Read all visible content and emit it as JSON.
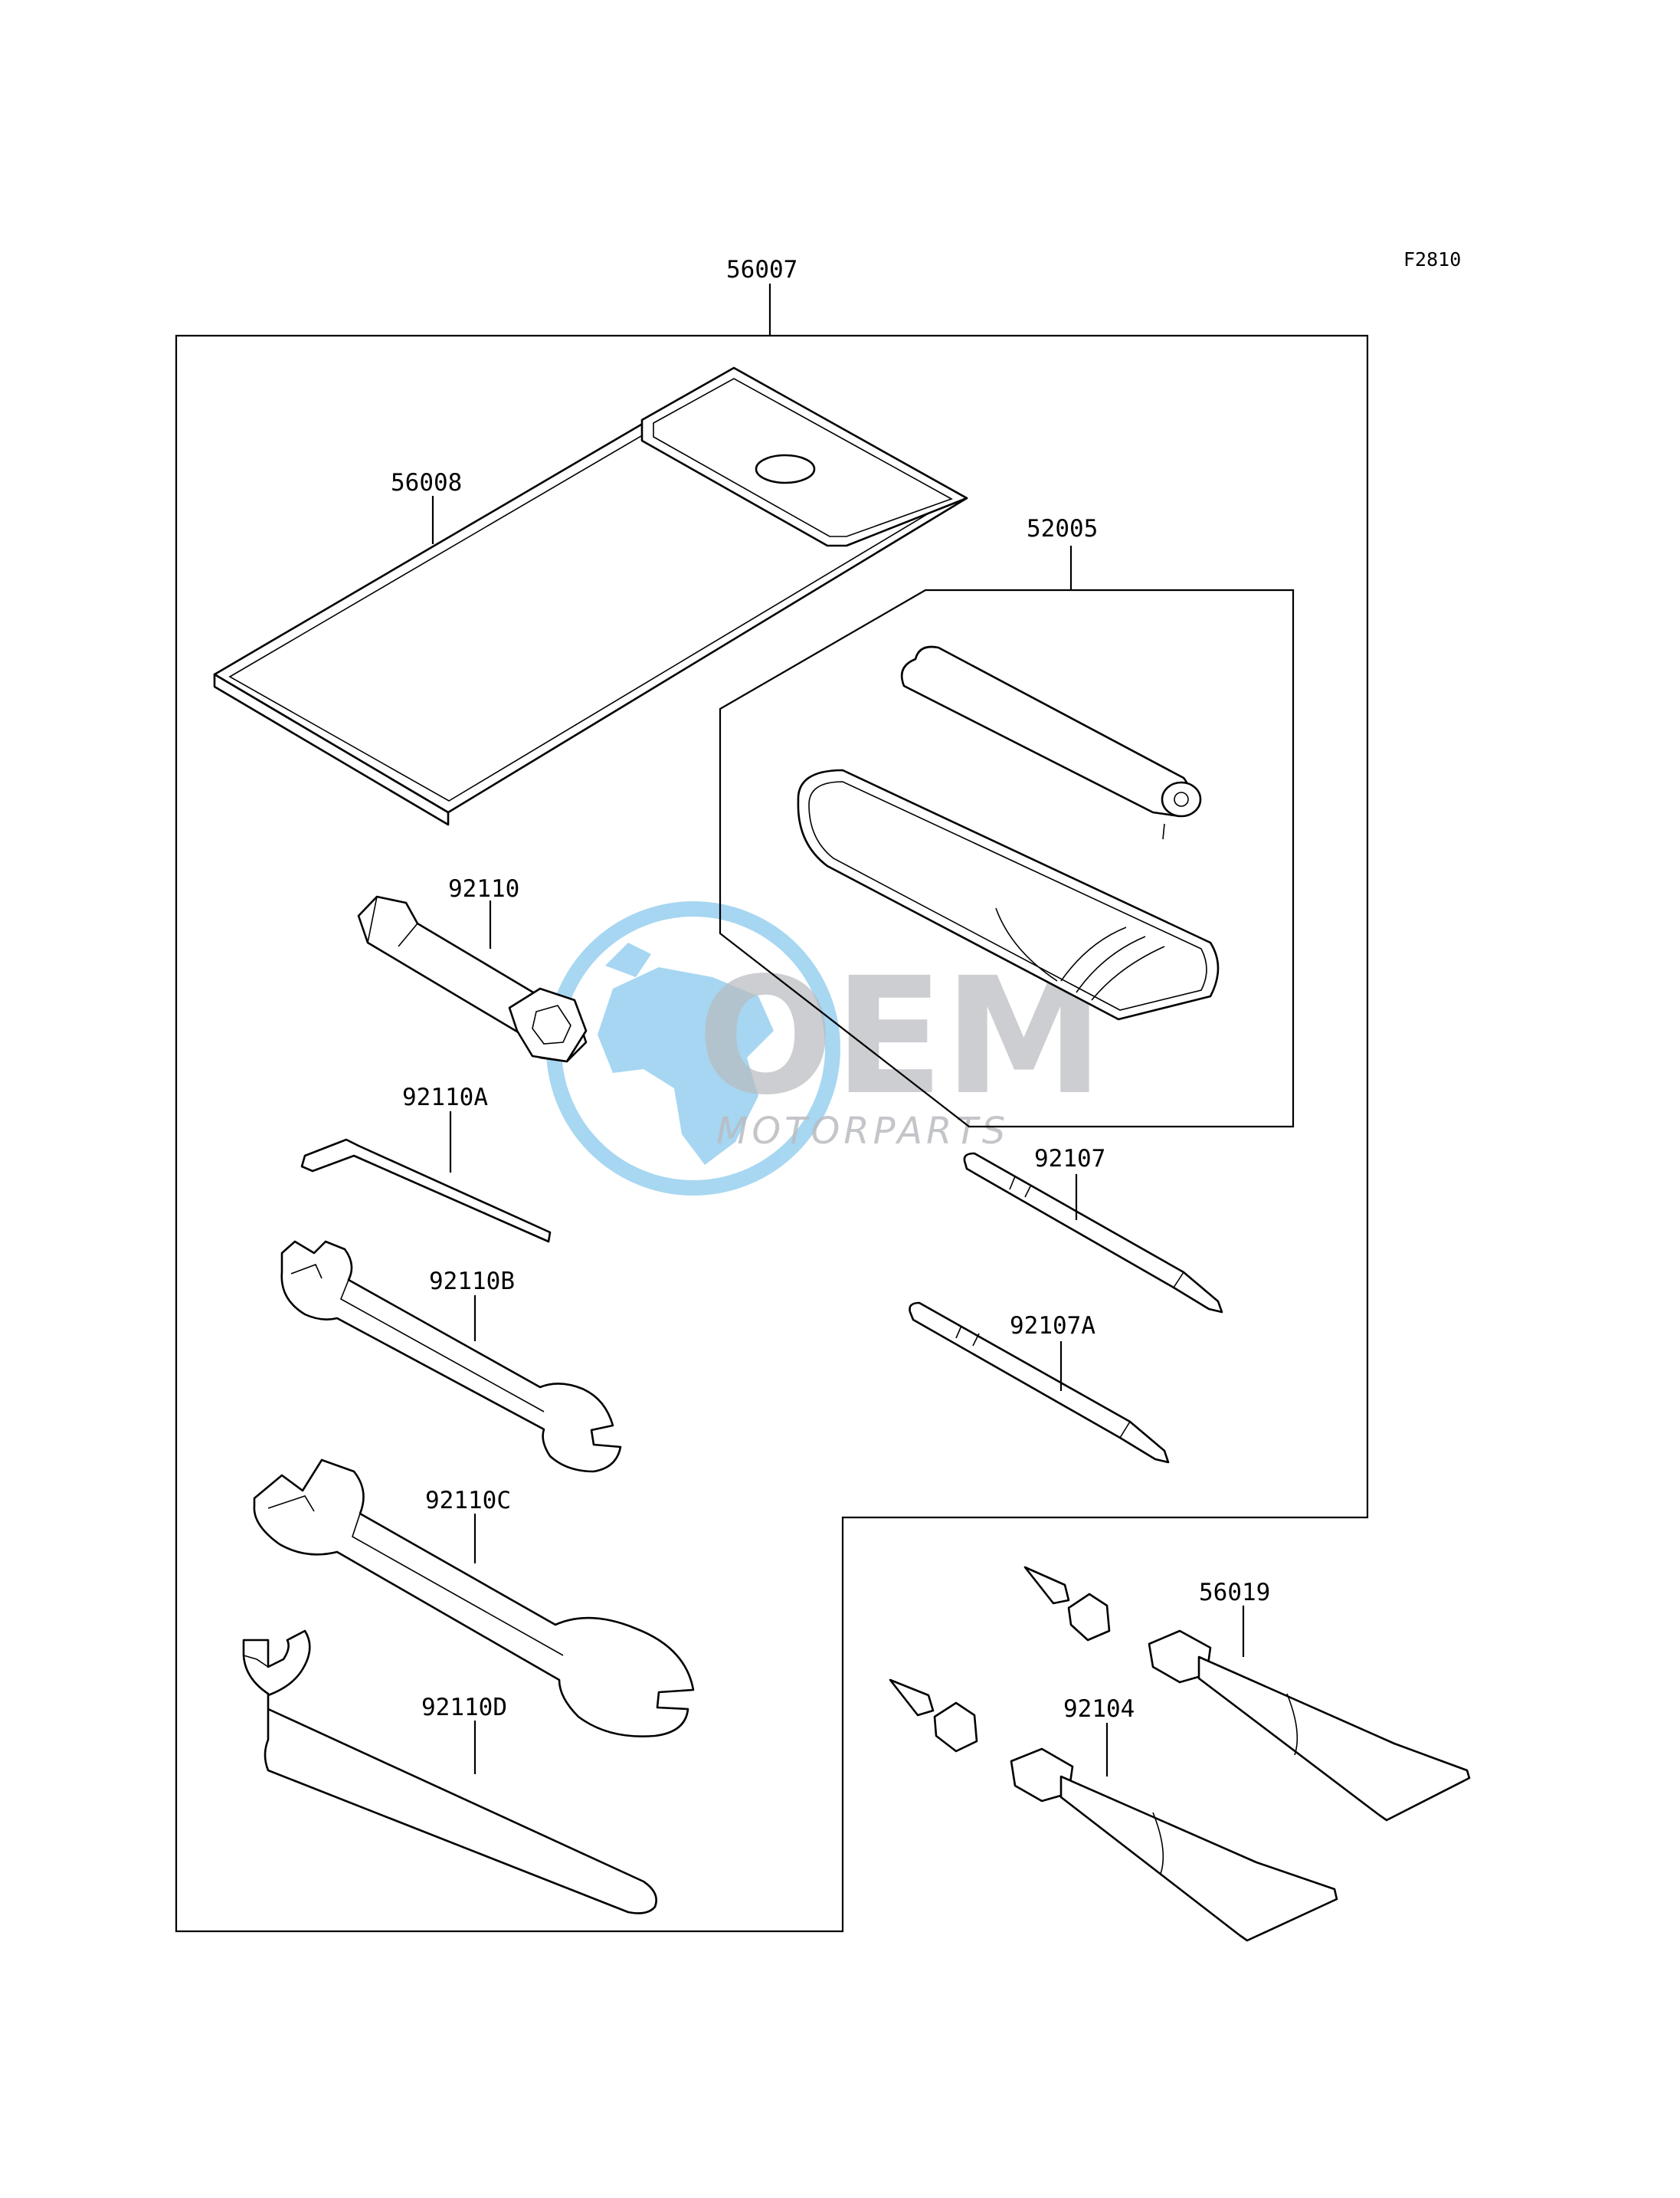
{
  "figure_code": "F2810",
  "watermark": {
    "brand": "OEM",
    "sub": "MOTORPARTS",
    "globe_color": "#5fb6e6",
    "text_color": "#b9bcc0"
  },
  "parts": {
    "kit": "56007",
    "pouch": "56008",
    "pump_set": "52005",
    "plug_wrench": "92110",
    "hex_key": "92110A",
    "wrench_b": "92110B",
    "wrench_c": "92110C",
    "wrench_d": "92110D",
    "screwdriver": "92107",
    "screwdriver_a": "92107A",
    "grease_tube": "56019",
    "bond_tube": "92104"
  }
}
